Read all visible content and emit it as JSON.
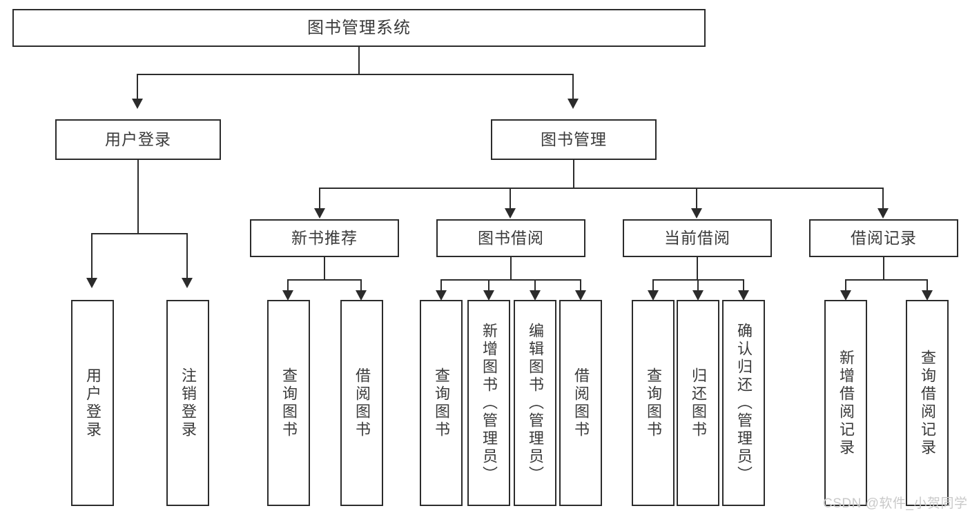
{
  "diagram": {
    "type": "tree-hierarchy",
    "root": {
      "label": "图书管理系统"
    },
    "level2": [
      {
        "label": "用户登录"
      },
      {
        "label": "图书管理"
      }
    ],
    "level3": [
      {
        "label": "新书推荐"
      },
      {
        "label": "图书借阅"
      },
      {
        "label": "当前借阅"
      },
      {
        "label": "借阅记录"
      }
    ],
    "leaves": {
      "user_login": [
        {
          "label": "用户登录"
        },
        {
          "label": "注销登录"
        }
      ],
      "new_book_recommend": [
        {
          "label": "查询图书"
        },
        {
          "label": "借阅图书"
        }
      ],
      "book_borrow": [
        {
          "label": "查询图书"
        },
        {
          "label": "新增图书（管理员）"
        },
        {
          "label": "编辑图书（管理员）"
        },
        {
          "label": "借阅图书"
        }
      ],
      "current_borrow": [
        {
          "label": "查询图书"
        },
        {
          "label": "归还图书"
        },
        {
          "label": "确认归还（管理员）"
        }
      ],
      "borrow_record": [
        {
          "label": "新增借阅记录"
        },
        {
          "label": "查询借阅记录"
        }
      ]
    }
  },
  "watermark": {
    "text": "CSDN @软件_小贺同学"
  },
  "colors": {
    "stroke": "#2b2b2b",
    "text": "#3a3a3a",
    "background": "#ffffff",
    "watermark": "#c9c9c9"
  }
}
